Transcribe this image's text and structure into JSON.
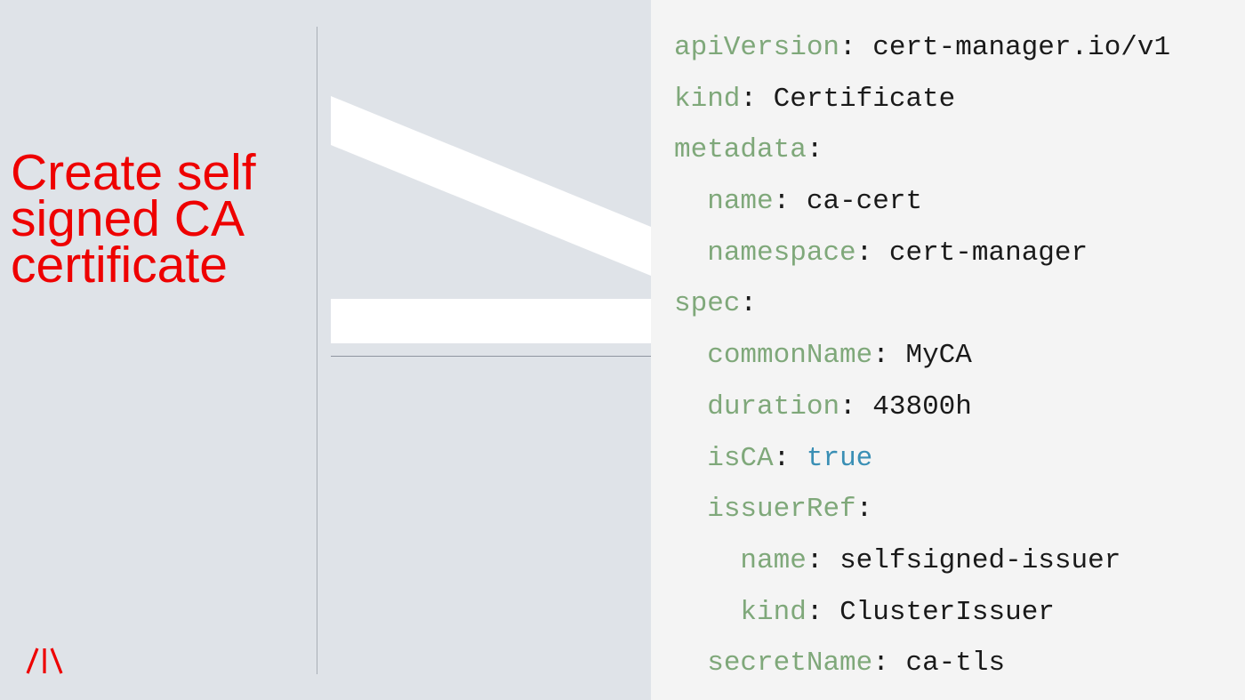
{
  "slide": {
    "title_lines": [
      "Create self",
      "signed CA",
      "certificate"
    ]
  },
  "colors": {
    "title": "#ee0000",
    "yaml_key": "#7fa87a",
    "yaml_bool": "#3a8fb5",
    "logo": "#ee0000"
  },
  "logo": {
    "icon": "redhat-slash-logo-icon"
  },
  "code": {
    "lines": [
      {
        "indent": "",
        "key": "apiVersion",
        "sep": ": ",
        "value": "cert-manager.io/v1",
        "type": "str"
      },
      {
        "indent": "",
        "key": "kind",
        "sep": ": ",
        "value": "Certificate",
        "type": "str"
      },
      {
        "indent": "",
        "key": "metadata",
        "sep": ":",
        "value": "",
        "type": "str"
      },
      {
        "indent": "  ",
        "key": "name",
        "sep": ": ",
        "value": "ca-cert",
        "type": "str"
      },
      {
        "indent": "  ",
        "key": "namespace",
        "sep": ": ",
        "value": "cert-manager",
        "type": "str"
      },
      {
        "indent": "",
        "key": "spec",
        "sep": ":",
        "value": "",
        "type": "str"
      },
      {
        "indent": "  ",
        "key": "commonName",
        "sep": ": ",
        "value": "MyCA",
        "type": "str"
      },
      {
        "indent": "  ",
        "key": "duration",
        "sep": ": ",
        "value": "43800h",
        "type": "str"
      },
      {
        "indent": "  ",
        "key": "isCA",
        "sep": ": ",
        "value": "true",
        "type": "bool"
      },
      {
        "indent": "  ",
        "key": "issuerRef",
        "sep": ":",
        "value": "",
        "type": "str"
      },
      {
        "indent": "    ",
        "key": "name",
        "sep": ": ",
        "value": "selfsigned-issuer",
        "type": "str"
      },
      {
        "indent": "    ",
        "key": "kind",
        "sep": ": ",
        "value": "ClusterIssuer",
        "type": "str"
      },
      {
        "indent": "  ",
        "key": "secretName",
        "sep": ": ",
        "value": "ca-tls",
        "type": "str"
      }
    ]
  }
}
